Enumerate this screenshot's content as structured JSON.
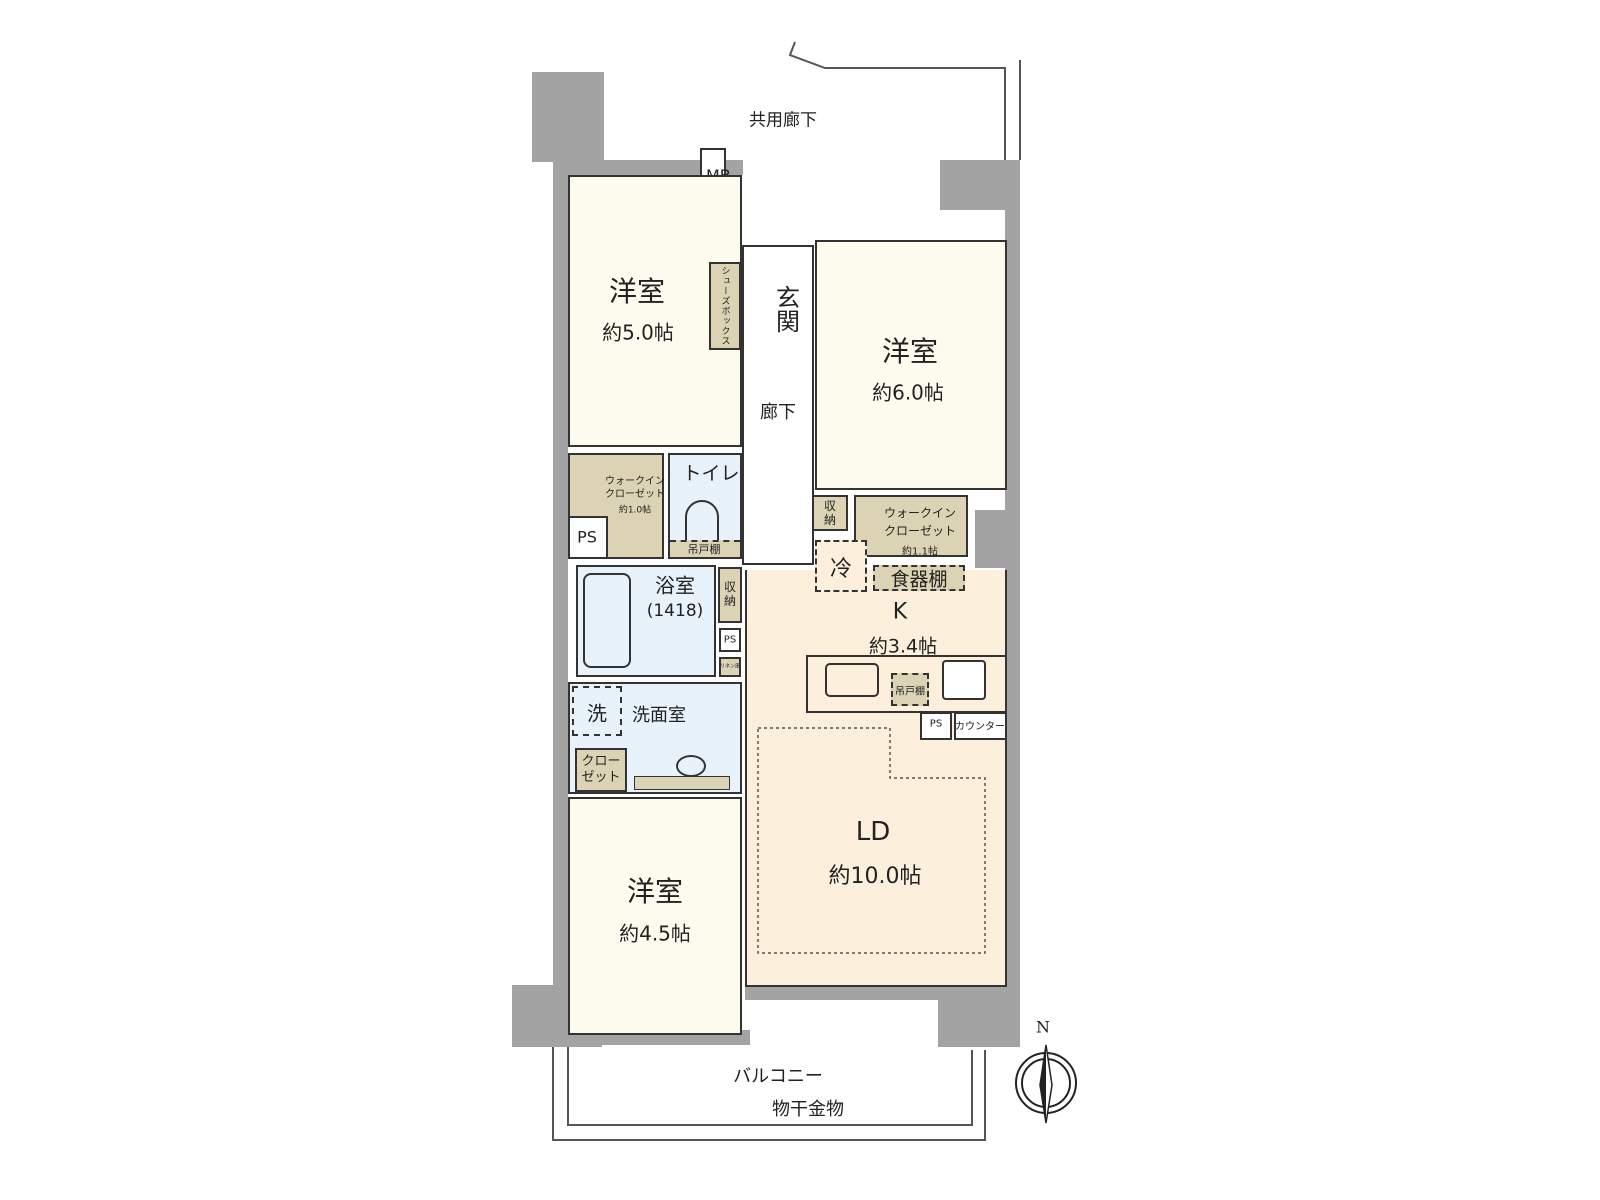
{
  "labels": {
    "common_corridor": "共用廊下",
    "mb": "MB",
    "shoe_box": "シューズボックス",
    "entrance": "玄関",
    "hallway": "廊下",
    "room1": {
      "name": "洋室",
      "size": "約5.0帖"
    },
    "room2": {
      "name": "洋室",
      "size": "約6.0帖"
    },
    "room3": {
      "name": "洋室",
      "size": "約4.5帖"
    },
    "wic1": {
      "name": "ウォークイン\nクローゼット",
      "size": "約1.0帖"
    },
    "wic2": {
      "name": "ウォークイン\nクローゼット",
      "size": "約1.1帖"
    },
    "ps": "PS",
    "toilet": "トイレ",
    "hanging_shelf": "吊戸棚",
    "bath": {
      "name": "浴室",
      "model": "(1418)"
    },
    "storage": "収納",
    "linen": "リネン庫",
    "washer": "洗",
    "washroom": "洗面室",
    "closet": "クローゼット",
    "fridge": "冷",
    "cupboard": "食器棚",
    "kitchen": {
      "name": "K",
      "size": "約3.4帖"
    },
    "counter": "カウンター",
    "ld": {
      "name": "LD",
      "size": "約10.0帖"
    },
    "balcony": "バルコニー",
    "clothes_rack": "物干金物",
    "north": "N"
  },
  "colors": {
    "wall": "#a3a3a3",
    "room": "#fdfbee",
    "wet": "#e8f2fb",
    "storage": "#dcd3b4",
    "ldk": "#fcf0dd"
  }
}
